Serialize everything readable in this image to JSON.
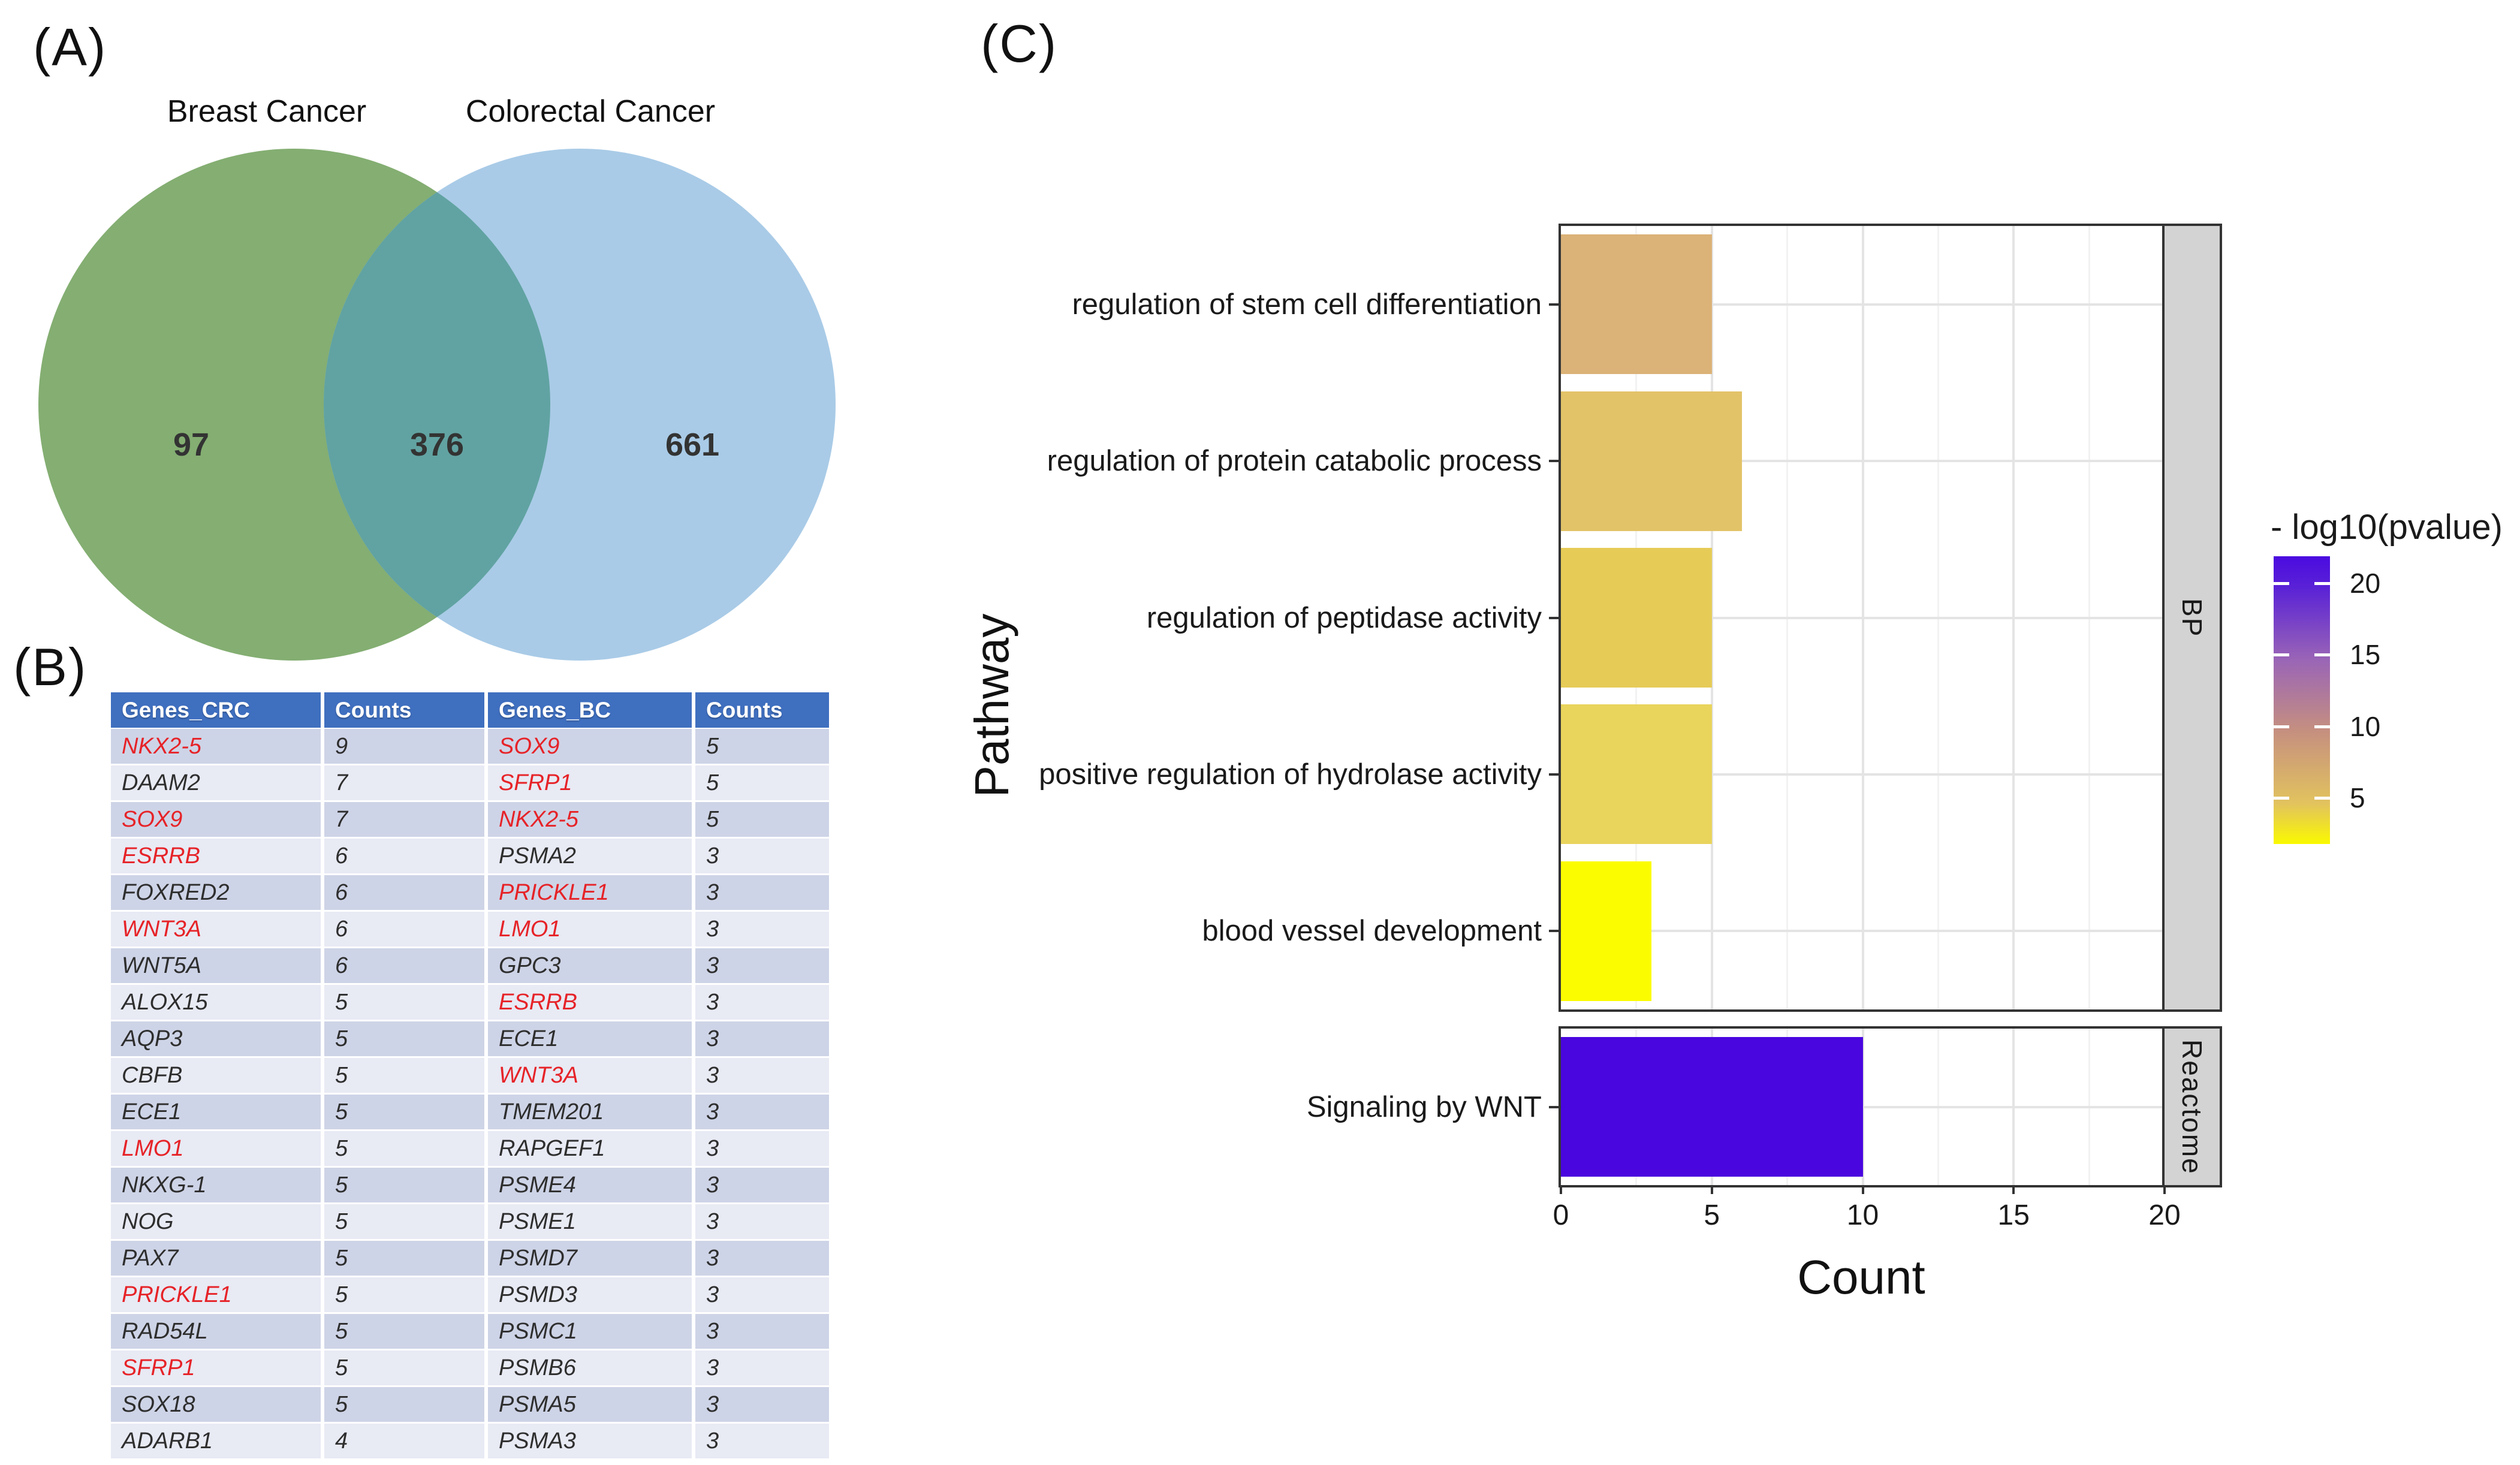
{
  "panels": {
    "a_label": "(A)",
    "b_label": "(B)",
    "c_label": "(C)"
  },
  "venn": {
    "left_label": "Breast Cancer",
    "right_label": "Colorectal Cancer",
    "left_count": "97",
    "overlap_count": "376",
    "right_count": "661",
    "left_color": "#84AE72",
    "overlap_color": "#61A3A2",
    "right_color": "#A9CBE7"
  },
  "table": {
    "headers": [
      "Genes_CRC",
      "Counts",
      "Genes_BC",
      "Counts"
    ],
    "red_color": "#E62328",
    "rows": [
      {
        "crc": "NKX2-5",
        "crc_red": true,
        "crc_count": "9",
        "bc": "SOX9",
        "bc_red": true,
        "bc_count": "5"
      },
      {
        "crc": "DAAM2",
        "crc_red": false,
        "crc_count": "7",
        "bc": "SFRP1",
        "bc_red": true,
        "bc_count": "5"
      },
      {
        "crc": "SOX9",
        "crc_red": true,
        "crc_count": "7",
        "bc": "NKX2-5",
        "bc_red": true,
        "bc_count": "5"
      },
      {
        "crc": "ESRRB",
        "crc_red": true,
        "crc_count": "6",
        "bc": "PSMA2",
        "bc_red": false,
        "bc_count": "3"
      },
      {
        "crc": "FOXRED2",
        "crc_red": false,
        "crc_count": "6",
        "bc": "PRICKLE1",
        "bc_red": true,
        "bc_count": "3"
      },
      {
        "crc": "WNT3A",
        "crc_red": true,
        "crc_count": "6",
        "bc": "LMO1",
        "bc_red": true,
        "bc_count": "3"
      },
      {
        "crc": "WNT5A",
        "crc_red": false,
        "crc_count": "6",
        "bc": "GPC3",
        "bc_red": false,
        "bc_count": "3"
      },
      {
        "crc": "ALOX15",
        "crc_red": false,
        "crc_count": "5",
        "bc": "ESRRB",
        "bc_red": true,
        "bc_count": "3"
      },
      {
        "crc": "AQP3",
        "crc_red": false,
        "crc_count": "5",
        "bc": "ECE1",
        "bc_red": false,
        "bc_count": "3"
      },
      {
        "crc": "CBFB",
        "crc_red": false,
        "crc_count": "5",
        "bc": "WNT3A",
        "bc_red": true,
        "bc_count": "3"
      },
      {
        "crc": "ECE1",
        "crc_red": false,
        "crc_count": "5",
        "bc": "TMEM201",
        "bc_red": false,
        "bc_count": "3"
      },
      {
        "crc": "LMO1",
        "crc_red": true,
        "crc_count": "5",
        "bc": "RAPGEF1",
        "bc_red": false,
        "bc_count": "3"
      },
      {
        "crc": "NKXG-1",
        "crc_red": false,
        "crc_count": "5",
        "bc": "PSME4",
        "bc_red": false,
        "bc_count": "3"
      },
      {
        "crc": "NOG",
        "crc_red": false,
        "crc_count": "5",
        "bc": "PSME1",
        "bc_red": false,
        "bc_count": "3"
      },
      {
        "crc": "PAX7",
        "crc_red": false,
        "crc_count": "5",
        "bc": "PSMD7",
        "bc_red": false,
        "bc_count": "3"
      },
      {
        "crc": "PRICKLE1",
        "crc_red": true,
        "crc_count": "5",
        "bc": "PSMD3",
        "bc_red": false,
        "bc_count": "3"
      },
      {
        "crc": "RAD54L",
        "crc_red": false,
        "crc_count": "5",
        "bc": "PSMC1",
        "bc_red": false,
        "bc_count": "3"
      },
      {
        "crc": "SFRP1",
        "crc_red": true,
        "crc_count": "5",
        "bc": "PSMB6",
        "bc_red": false,
        "bc_count": "3"
      },
      {
        "crc": "SOX18",
        "crc_red": false,
        "crc_count": "5",
        "bc": "PSMA5",
        "bc_red": false,
        "bc_count": "3"
      },
      {
        "crc": "ADARB1",
        "crc_red": false,
        "crc_count": "4",
        "bc": "PSMA3",
        "bc_red": false,
        "bc_count": "3"
      }
    ]
  },
  "chart_data": {
    "type": "bar",
    "orientation": "horizontal",
    "xlabel": "Count",
    "ylabel": "Pathway",
    "xlim": [
      0,
      20
    ],
    "xticks": [
      "0",
      "5",
      "10",
      "15",
      "20"
    ],
    "grid_minor": [
      2.5,
      7.5,
      12.5,
      17.5
    ],
    "grid_major": [
      5,
      10,
      15
    ],
    "facets": [
      {
        "name": "BP",
        "rows": [
          {
            "pathway": "regulation of stem cell differentiation",
            "count": 5,
            "neg_log10_pvalue": 9,
            "color": "#DBB277"
          },
          {
            "pathway": "regulation of protein catabolic process",
            "count": 6,
            "neg_log10_pvalue": 6.5,
            "color": "#E3C368"
          },
          {
            "pathway": "regulation of peptidase activity",
            "count": 5,
            "neg_log10_pvalue": 5,
            "color": "#E6CB57"
          },
          {
            "pathway": "positive regulation of hydrolase activity",
            "count": 5,
            "neg_log10_pvalue": 4.5,
            "color": "#E9D45C"
          },
          {
            "pathway": "blood vessel development",
            "count": 3,
            "neg_log10_pvalue": 2.5,
            "color": "#FCFC00"
          }
        ]
      },
      {
        "name": "Reactome",
        "rows": [
          {
            "pathway": "Signaling by WNT",
            "count": 10,
            "neg_log10_pvalue": 21,
            "color": "#4A06DF"
          }
        ]
      }
    ],
    "legend": {
      "title": "- log10(pvalue)",
      "tick_labels": [
        "20",
        "15",
        "10",
        "5"
      ],
      "bar_value_range": [
        22,
        2
      ],
      "gradient_stops": [
        "#4A0BE0",
        "#5A22D6",
        "#9A65B6",
        "#C6907F",
        "#E2C35E",
        "#FAF900"
      ],
      "gradient_positions": [
        0,
        0.11,
        0.36,
        0.61,
        0.86,
        1
      ]
    }
  }
}
